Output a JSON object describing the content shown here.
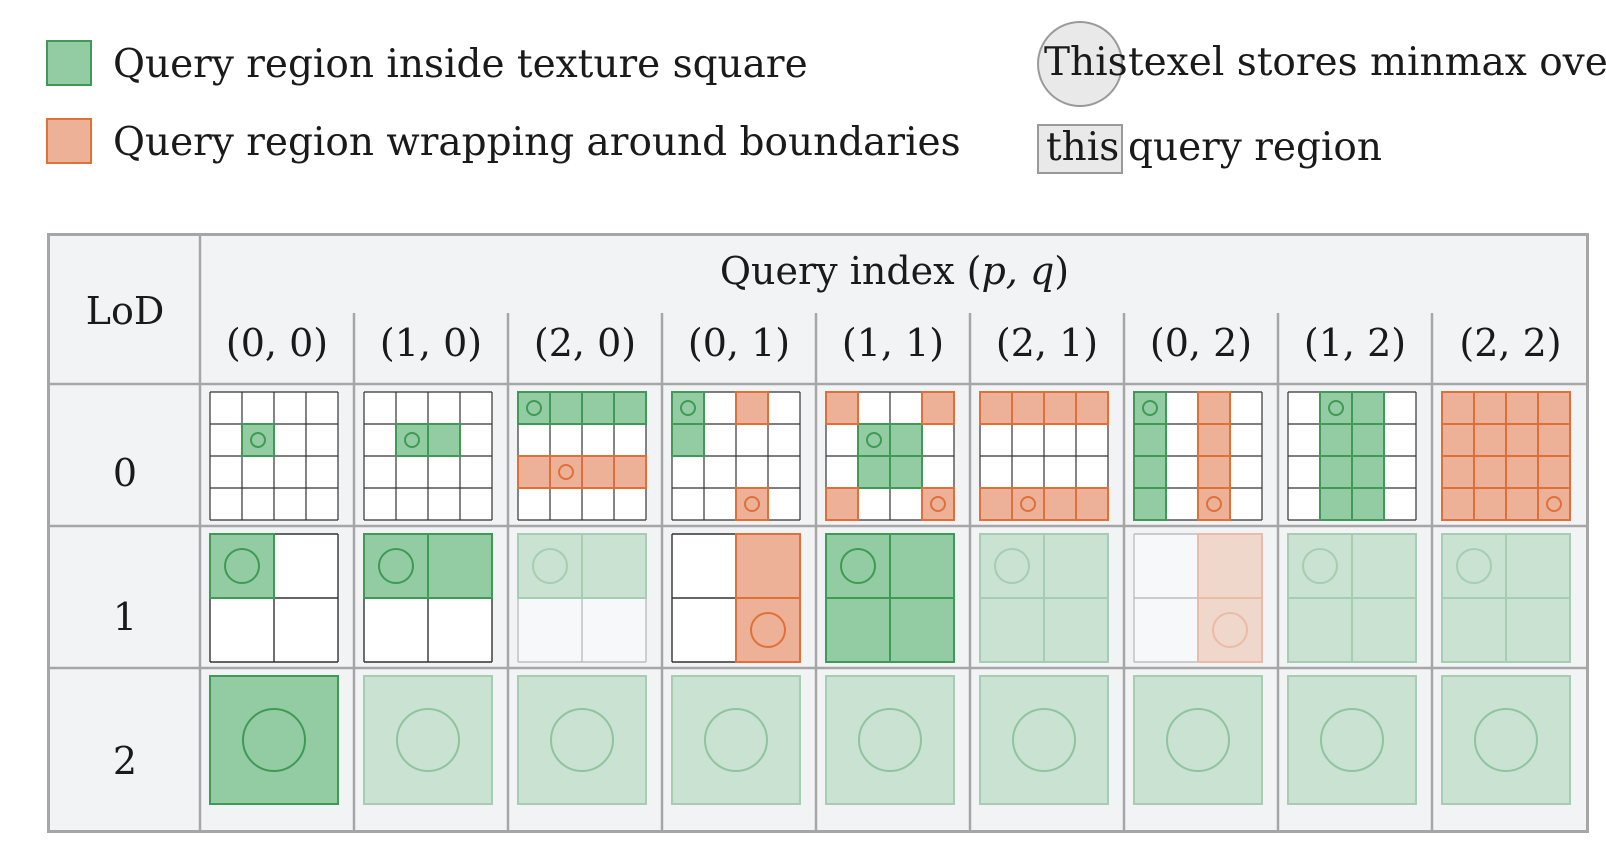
{
  "legend": {
    "green_label": "Query region inside texture square",
    "orange_label": "Query region wrapping around boundaries",
    "texel_word": "This",
    "texel_text": "texel stores minmax over",
    "region_word": "this",
    "region_text": "query region"
  },
  "table": {
    "lod_header": "LoD",
    "query_header_prefix": "Query index (",
    "query_header_vars": "p, q",
    "query_header_suffix": ")",
    "columns": [
      "(0, 0)",
      "(1, 0)",
      "(2, 0)",
      "(0, 1)",
      "(1, 1)",
      "(2, 1)",
      "(0, 2)",
      "(1, 2)",
      "(2, 2)"
    ],
    "rows": [
      "0",
      "1",
      "2"
    ]
  },
  "colors": {
    "green_fill": "#93cca3",
    "green_stroke": "#3e9a55",
    "orange_fill": "#ecb196",
    "orange_stroke": "#e0703a",
    "table_bg": "#f2f3f5",
    "table_border": "#a6a6a6"
  },
  "cells": [
    [
      {
        "color": "green",
        "fill": [
          [
            1,
            1
          ]
        ],
        "marker": [
          1,
          1
        ]
      },
      {
        "color": "green",
        "fill": [
          [
            1,
            1
          ],
          [
            2,
            1
          ]
        ],
        "marker": [
          1,
          1
        ]
      },
      {
        "color": "mixed",
        "green": [
          [
            0,
            0
          ],
          [
            1,
            0
          ],
          [
            2,
            0
          ],
          [
            3,
            0
          ]
        ],
        "orange": [
          [
            0,
            2
          ],
          [
            1,
            2
          ],
          [
            2,
            2
          ],
          [
            3,
            2
          ]
        ],
        "marker": [
          1,
          2
        ],
        "markerColor": "orange",
        "greenMarker": [
          0,
          0
        ]
      },
      {
        "color": "mixed",
        "green": [
          [
            0,
            0
          ],
          [
            0,
            1
          ]
        ],
        "orange": [
          [
            2,
            0
          ],
          [
            2,
            3
          ]
        ],
        "marker": [
          2,
          3
        ],
        "markerColor": "orange",
        "greenMarker": [
          0,
          0
        ]
      },
      {
        "color": "mixed",
        "green": [
          [
            1,
            1
          ],
          [
            2,
            1
          ],
          [
            1,
            2
          ],
          [
            2,
            2
          ]
        ],
        "orange": [
          [
            0,
            0
          ],
          [
            3,
            0
          ],
          [
            0,
            3
          ],
          [
            3,
            3
          ]
        ],
        "marker": [
          3,
          3
        ],
        "markerColor": "orange",
        "greenMarker": [
          1,
          1
        ]
      },
      {
        "color": "orange",
        "fill": [
          [
            0,
            0
          ],
          [
            1,
            0
          ],
          [
            2,
            0
          ],
          [
            3,
            0
          ],
          [
            0,
            3
          ],
          [
            1,
            3
          ],
          [
            2,
            3
          ],
          [
            3,
            3
          ]
        ],
        "marker": [
          1,
          3
        ]
      },
      {
        "color": "mixed",
        "green": [
          [
            0,
            0
          ],
          [
            0,
            1
          ],
          [
            0,
            2
          ],
          [
            0,
            3
          ]
        ],
        "orange": [
          [
            2,
            0
          ],
          [
            2,
            1
          ],
          [
            2,
            2
          ],
          [
            2,
            3
          ]
        ],
        "marker": [
          2,
          3
        ],
        "markerColor": "orange",
        "greenMarker": [
          0,
          0
        ]
      },
      {
        "color": "green",
        "fill": [
          [
            1,
            0
          ],
          [
            2,
            0
          ],
          [
            1,
            1
          ],
          [
            2,
            1
          ],
          [
            1,
            2
          ],
          [
            2,
            2
          ],
          [
            1,
            3
          ],
          [
            2,
            3
          ]
        ],
        "marker": [
          1,
          0
        ]
      },
      {
        "color": "orange",
        "fill": [
          [
            0,
            0
          ],
          [
            1,
            0
          ],
          [
            2,
            0
          ],
          [
            3,
            0
          ],
          [
            0,
            1
          ],
          [
            1,
            1
          ],
          [
            2,
            1
          ],
          [
            3,
            1
          ],
          [
            0,
            2
          ],
          [
            1,
            2
          ],
          [
            2,
            2
          ],
          [
            3,
            2
          ],
          [
            0,
            3
          ],
          [
            1,
            3
          ],
          [
            2,
            3
          ],
          [
            3,
            3
          ]
        ],
        "marker": [
          3,
          3
        ]
      }
    ],
    [
      {
        "state": "active",
        "color": "green",
        "fill": [
          [
            0,
            0
          ]
        ],
        "marker": [
          0,
          0
        ]
      },
      {
        "state": "active",
        "color": "green",
        "fill": [
          [
            0,
            0
          ],
          [
            1,
            0
          ]
        ],
        "marker": [
          0,
          0
        ]
      },
      {
        "state": "faded",
        "color": "green",
        "fill": [
          [
            0,
            0
          ],
          [
            1,
            0
          ]
        ],
        "marker": [
          0,
          0
        ]
      },
      {
        "state": "active",
        "color": "orange",
        "fill": [
          [
            1,
            0
          ],
          [
            1,
            1
          ]
        ],
        "marker": [
          1,
          1
        ]
      },
      {
        "state": "active",
        "color": "green",
        "fill": [
          [
            0,
            0
          ],
          [
            1,
            0
          ],
          [
            0,
            1
          ],
          [
            1,
            1
          ]
        ],
        "marker": [
          0,
          0
        ]
      },
      {
        "state": "faded",
        "color": "green",
        "fill": [
          [
            0,
            0
          ],
          [
            1,
            0
          ],
          [
            0,
            1
          ],
          [
            1,
            1
          ]
        ],
        "marker": [
          0,
          0
        ]
      },
      {
        "state": "faded",
        "color": "orange",
        "fill": [
          [
            1,
            0
          ],
          [
            1,
            1
          ]
        ],
        "marker": [
          1,
          1
        ]
      },
      {
        "state": "faded",
        "color": "green",
        "fill": [
          [
            0,
            0
          ],
          [
            1,
            0
          ],
          [
            0,
            1
          ],
          [
            1,
            1
          ]
        ],
        "marker": [
          0,
          0
        ]
      },
      {
        "state": "faded",
        "color": "green",
        "fill": [
          [
            0,
            0
          ],
          [
            1,
            0
          ],
          [
            0,
            1
          ],
          [
            1,
            1
          ]
        ],
        "marker": [
          0,
          0
        ]
      }
    ],
    [
      {
        "state": "active"
      },
      {
        "state": "faded"
      },
      {
        "state": "faded"
      },
      {
        "state": "faded"
      },
      {
        "state": "faded"
      },
      {
        "state": "faded"
      },
      {
        "state": "faded"
      },
      {
        "state": "faded"
      },
      {
        "state": "faded"
      }
    ]
  ]
}
